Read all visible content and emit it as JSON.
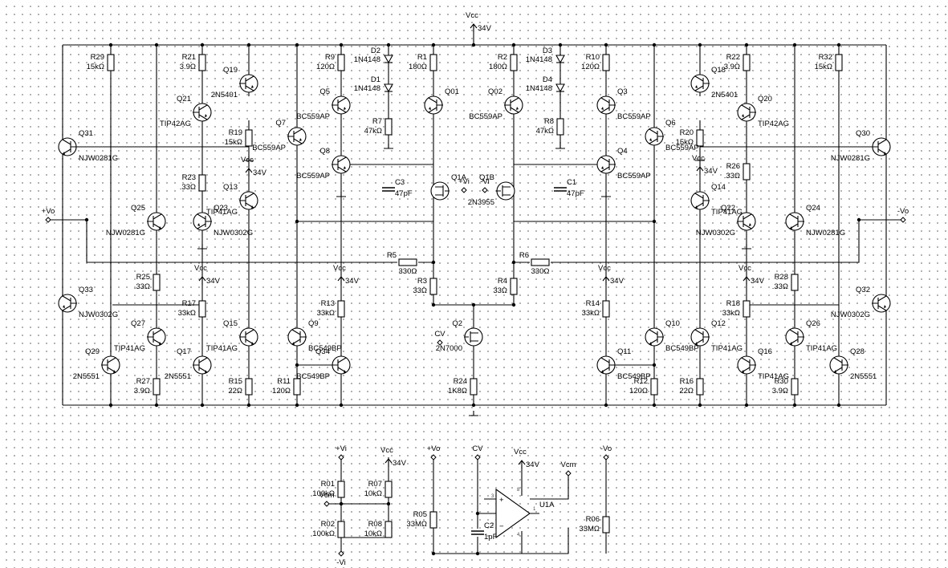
{
  "supply": {
    "vcc_label": "Vcc",
    "vcc_value": "34V"
  },
  "ports": {
    "pos_in": "+Vi",
    "neg_in": "-Vi",
    "pos_out": "+Vo",
    "neg_out": "-Vo",
    "cv": "CV",
    "vcm": "Vcm"
  },
  "resistors": [
    {
      "ref": "R29",
      "value": "15kΩ"
    },
    {
      "ref": "R21",
      "value": "3.9Ω"
    },
    {
      "ref": "R19",
      "value": "15kΩ"
    },
    {
      "ref": "R23",
      "value": ".33Ω"
    },
    {
      "ref": "R9",
      "value": "120Ω"
    },
    {
      "ref": "R7",
      "value": "47kΩ"
    },
    {
      "ref": "R1",
      "value": "180Ω"
    },
    {
      "ref": "R2",
      "value": "180Ω"
    },
    {
      "ref": "R8",
      "value": "47kΩ"
    },
    {
      "ref": "R10",
      "value": "120Ω"
    },
    {
      "ref": "R22",
      "value": "3.9Ω"
    },
    {
      "ref": "R20",
      "value": "15kΩ"
    },
    {
      "ref": "R26",
      "value": ".33Ω"
    },
    {
      "ref": "R32",
      "value": "15kΩ"
    },
    {
      "ref": "R5",
      "value": "330Ω"
    },
    {
      "ref": "R6",
      "value": "330Ω"
    },
    {
      "ref": "R3",
      "value": "33Ω"
    },
    {
      "ref": "R4",
      "value": "33Ω"
    },
    {
      "ref": "R25",
      "value": ".33Ω"
    },
    {
      "ref": "R17",
      "value": "33kΩ"
    },
    {
      "ref": "R13",
      "value": "33kΩ"
    },
    {
      "ref": "R27",
      "value": "3.9Ω"
    },
    {
      "ref": "R15",
      "value": "22Ω"
    },
    {
      "ref": "R11",
      "value": "120Ω"
    },
    {
      "ref": "R24",
      "value": "1K8Ω"
    },
    {
      "ref": "R14",
      "value": "33kΩ"
    },
    {
      "ref": "R12",
      "value": "120Ω"
    },
    {
      "ref": "R16",
      "value": "22Ω"
    },
    {
      "ref": "R18",
      "value": "33kΩ"
    },
    {
      "ref": "R28",
      "value": ".33Ω"
    },
    {
      "ref": "R30",
      "value": "3.9Ω"
    },
    {
      "ref": "R01",
      "value": "100kΩ"
    },
    {
      "ref": "R02",
      "value": "100kΩ"
    },
    {
      "ref": "R07",
      "value": "10kΩ"
    },
    {
      "ref": "R08",
      "value": "10kΩ"
    },
    {
      "ref": "R05",
      "value": "33MΩ"
    },
    {
      "ref": "R06",
      "value": "33MΩ"
    }
  ],
  "capacitors": [
    {
      "ref": "C3",
      "value": "47pF"
    },
    {
      "ref": "C1",
      "value": "47pF"
    },
    {
      "ref": "C2",
      "value": "1pF"
    }
  ],
  "diodes": [
    {
      "ref": "D2",
      "part": "1N4148"
    },
    {
      "ref": "D1",
      "part": "1N4148"
    },
    {
      "ref": "D3",
      "part": "1N4148"
    },
    {
      "ref": "D4",
      "part": "1N4148"
    }
  ],
  "transistors": [
    {
      "ref": "Q31",
      "part": "NJW0281G"
    },
    {
      "ref": "Q19",
      "part": "2N5401"
    },
    {
      "ref": "Q21",
      "part": "TIP42AG"
    },
    {
      "ref": "Q5",
      "part": "BC559AP"
    },
    {
      "ref": "Q7",
      "part": "BC559AP"
    },
    {
      "ref": "Q8",
      "part": "BC559AP"
    },
    {
      "ref": "Q01",
      "part": ""
    },
    {
      "ref": "Q02",
      "part": "BC559AP"
    },
    {
      "ref": "Q3",
      "part": "BC559AP"
    },
    {
      "ref": "Q6",
      "part": "BC559AP"
    },
    {
      "ref": "Q4",
      "part": "BC559AP"
    },
    {
      "ref": "Q18",
      "part": "2N5401"
    },
    {
      "ref": "Q20",
      "part": "TIP42AG"
    },
    {
      "ref": "Q30",
      "part": "NJW0281G"
    },
    {
      "ref": "Q25",
      "part": "NJW0281G"
    },
    {
      "ref": "Q13",
      "part": "TIP41AG"
    },
    {
      "ref": "Q23",
      "part": "NJW0302G"
    },
    {
      "ref": "Q1A",
      "part": ""
    },
    {
      "ref": "Q1B",
      "part": "2N3955"
    },
    {
      "ref": "Q14",
      "part": "TIP41AG"
    },
    {
      "ref": "Q22",
      "part": "NJW0302G"
    },
    {
      "ref": "Q24",
      "part": "NJW0281G"
    },
    {
      "ref": "Q33",
      "part": "NJW0302G"
    },
    {
      "ref": "Q27",
      "part": "TIP41AG"
    },
    {
      "ref": "Q29",
      "part": "2N5551"
    },
    {
      "ref": "Q15",
      "part": "TIP41AG"
    },
    {
      "ref": "Q17",
      "part": "2N5551"
    },
    {
      "ref": "Q9",
      "part": "BC549BP"
    },
    {
      "ref": "Q34",
      "part": "BC549BP"
    },
    {
      "ref": "Q2",
      "part": "2N7000"
    },
    {
      "ref": "Q11",
      "part": "BC549BP"
    },
    {
      "ref": "Q10",
      "part": "BC549BP"
    },
    {
      "ref": "Q12",
      "part": "TIP41AG"
    },
    {
      "ref": "Q16",
      "part": "TIP41AG"
    },
    {
      "ref": "Q26",
      "part": "TIP41AG"
    },
    {
      "ref": "Q28",
      "part": "2N5551"
    },
    {
      "ref": "Q32",
      "part": "NJW0302G"
    }
  ],
  "opamp": {
    "ref": "U1A",
    "pins": [
      "3",
      "2",
      "1",
      "4",
      "8"
    ]
  }
}
